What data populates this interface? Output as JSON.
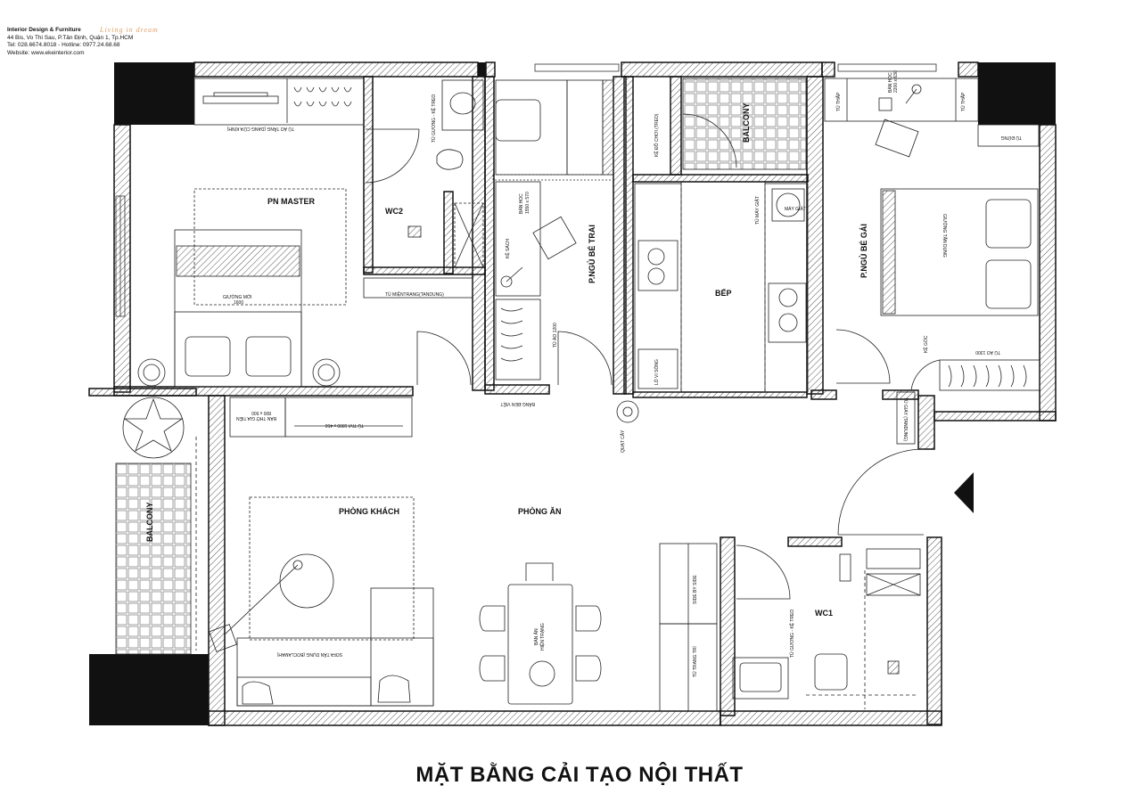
{
  "header": {
    "tagline": "Living in dream",
    "company_name": "Interior Design & Furniture",
    "address": "44 Bis, Vo Thi Sau, P.Tân Định, Quận 1, Tp.HCM",
    "phone": "Tel: 028.6674.8018 - Hotline: 0977.24.68.68",
    "website": "Website: www.ekeinterior.com"
  },
  "rooms": {
    "pn_master": "PN MASTER",
    "wc2": "WC2",
    "p_ngu_be_trai": "P.NGỦ BÉ TRAI",
    "balcony_top": "BALCONY",
    "bep": "BẾP",
    "p_ngu_be_gai": "P.NGỦ BÉ GÁI",
    "balcony_left": "BALCONY",
    "phong_khach": "PHÒNG KHÁCH",
    "phong_an": "PHÒNG ĂN",
    "wc1": "WC1"
  },
  "furniture": {
    "tu_ao_master": "TỦ ÁO TẦNG (DẠNG CỬA KÍNH)",
    "giuong_moi": "GIƯỜNG MỚI",
    "giuong_size": "1600",
    "tu_tiem_trang": "TỦ MIỆNTRANG(TANDUNG)",
    "tu_guong": "TỦ GƯƠNG - KỆ TREO",
    "ban_hoc_trai": "BÀN HỌC",
    "ban_hoc_trai_size": "1550 x 570",
    "ke_sach": "KỆ SÁCH",
    "tu_ao_1200": "TỦ ÁO 1200",
    "ke_do_choi": "KỆ ĐỒ CHƠI (TREO)",
    "tu_may_giat": "TỦ MÁY GIẶT",
    "may_giat": "MÁY GIẶT",
    "lo_vi_song": "LÒ VI SÓNG",
    "ban_hoc_gai": "BÀN HỌC",
    "ban_hoc_gai_size": "2200 x 630",
    "tu_thap_left": "TỦ THẤP",
    "tu_thap_right": "TỦ THẤP",
    "tu_dung": "TỦ ĐỨNG",
    "tu_ao_1300": "TỦ ÁO 1300",
    "ke_goc": "KỆ GÓC",
    "giuong_tan_dung": "GIƯỜNG TẬN DỤNG",
    "tu_giay": "TỦ GIÀY (TANDUNG)",
    "ban_tho": "BÀN THỜ GIA TIÊN",
    "ban_tho_size": "800 x 500",
    "tu_tivi": "TỦ TIVI 1800 x 450",
    "bang_den_viet": "BẢNG ĐÈN VIỆT",
    "quat_cay": "QUẠT CÂY",
    "sofa": "SOFA TẬN DỤNG (BOCLAMAH)",
    "ban_an": "BÀN ĂN",
    "ban_an_sub": "HIỆN TRẠNG",
    "side_by_side": "SIDE BY SIDE",
    "tu_trang_tri": "TỦ TRANG TRÍ",
    "tu_guong_wc1": "TỦ GƯƠNG - KỆ TREO"
  },
  "caption": "MẶT BẰNG CẢI TẠO NỘI THẤT",
  "colors": {
    "wall": "#111111",
    "hatch": "#555555",
    "tagline": "#e2a068",
    "line": "#222222"
  }
}
